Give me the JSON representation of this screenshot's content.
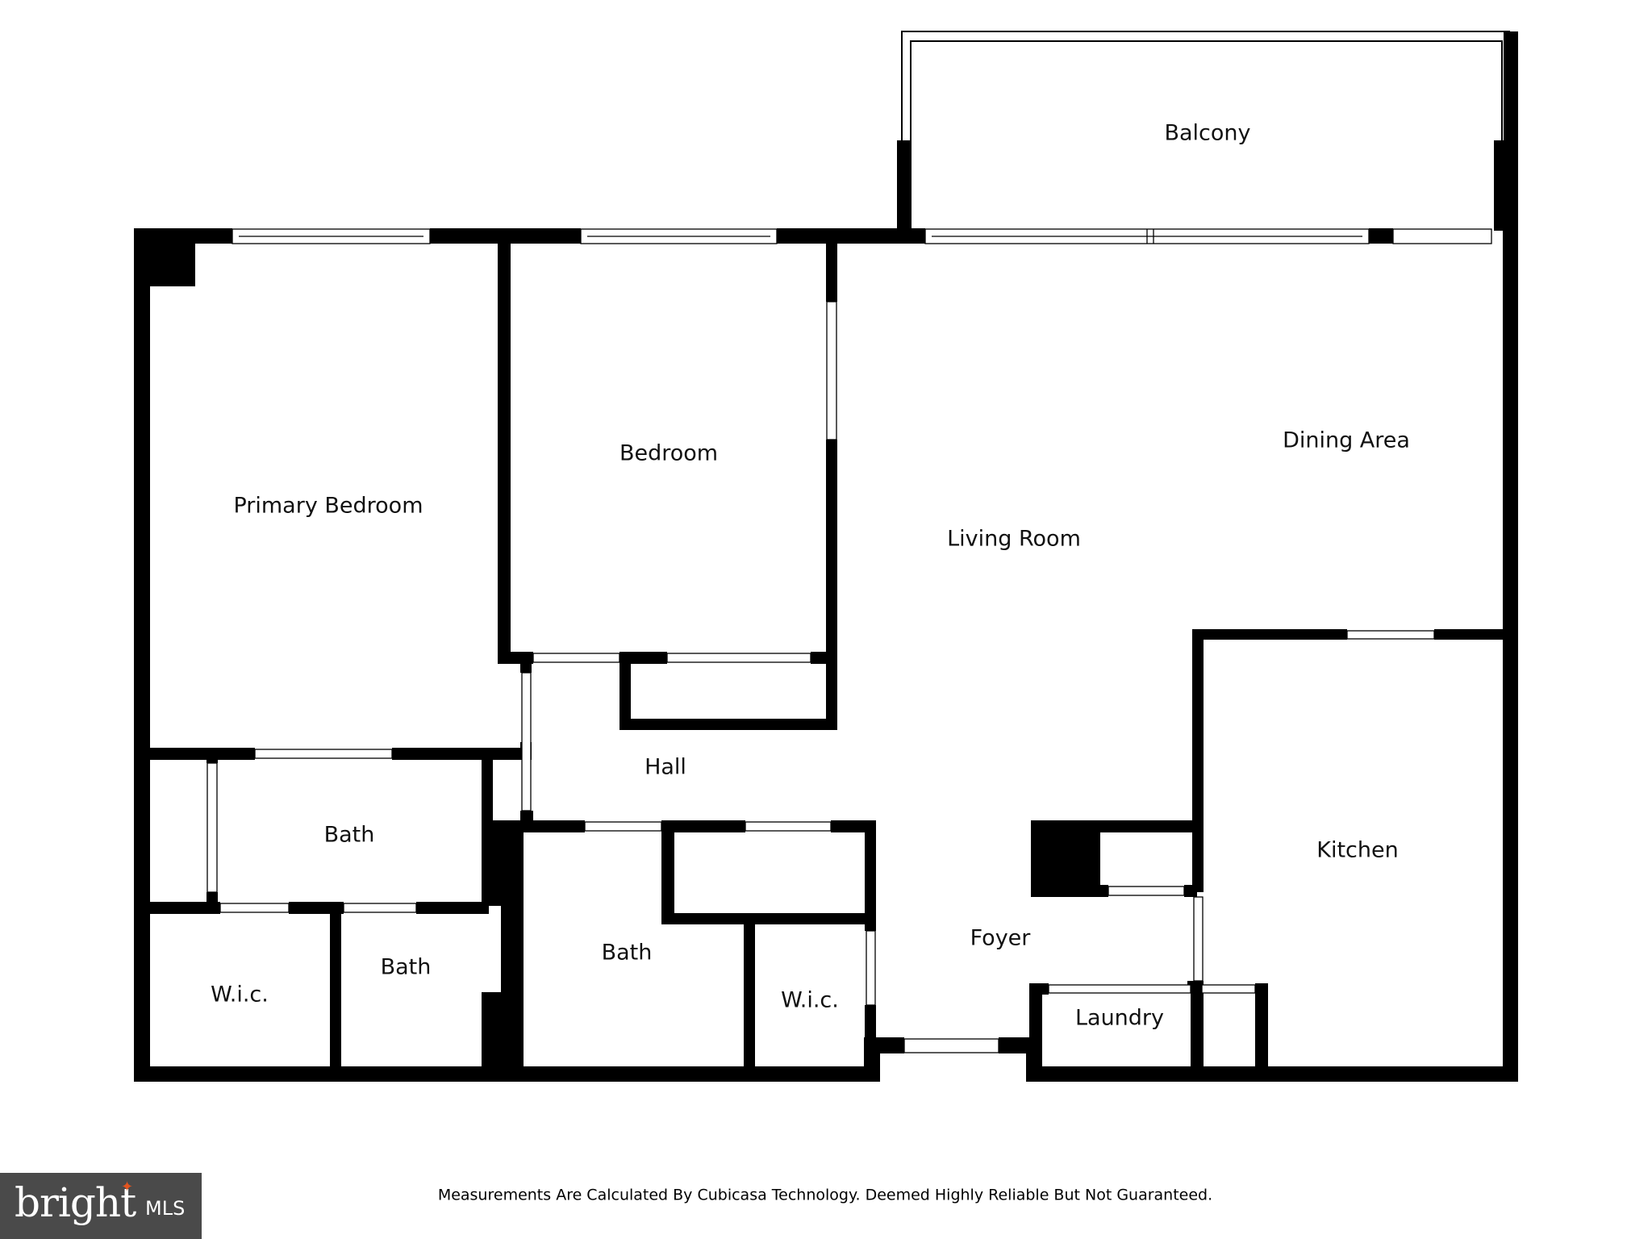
{
  "plan": {
    "rooms": [
      {
        "id": "balcony",
        "label": "Balcony"
      },
      {
        "id": "bedroom",
        "label": "Bedroom"
      },
      {
        "id": "primary-bedroom",
        "label": "Primary Bedroom"
      },
      {
        "id": "dining-area",
        "label": "Dining Area"
      },
      {
        "id": "living-room",
        "label": "Living Room"
      },
      {
        "id": "hall",
        "label": "Hall"
      },
      {
        "id": "bath-primary",
        "label": "Bath"
      },
      {
        "id": "kitchen",
        "label": "Kitchen"
      },
      {
        "id": "foyer",
        "label": "Foyer"
      },
      {
        "id": "bath-small",
        "label": "Bath"
      },
      {
        "id": "bath-hall",
        "label": "Bath"
      },
      {
        "id": "wic-left",
        "label": "W.i.c."
      },
      {
        "id": "wic-right",
        "label": "W.i.c."
      },
      {
        "id": "laundry",
        "label": "Laundry"
      }
    ],
    "disclaimer": "Measurements Are Calculated By Cubicasa Technology. Deemed Highly Reliable But Not Guaranteed."
  },
  "logo": {
    "brand": "bright",
    "suffix": "MLS",
    "colors": {
      "background": "#4a4a4a",
      "accent": "#e2541f",
      "text": "#ffffff"
    }
  },
  "colors": {
    "wall": "#000000",
    "background": "#ffffff"
  }
}
